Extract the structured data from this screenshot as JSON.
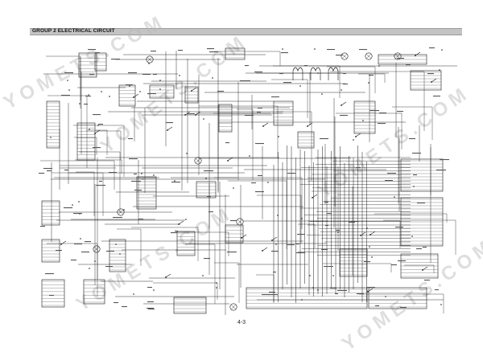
{
  "header": {
    "title": "GROUP  2  ELECTRICAL CIRCUIT"
  },
  "footer": {
    "page_number": "4-3"
  },
  "watermark": {
    "text": "YOMETS.COM"
  },
  "colors": {
    "header_background": "#c4c4c4",
    "line": "#1a1a1a",
    "watermark": "#b8b8b8"
  }
}
